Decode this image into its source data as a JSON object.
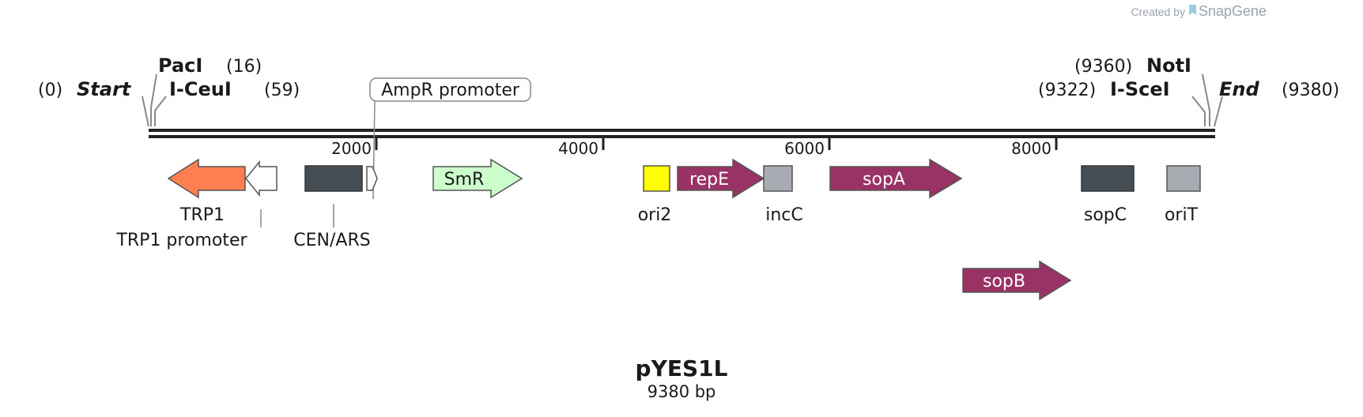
{
  "credit": {
    "created_by": "Created by",
    "brand": "SnapGene"
  },
  "plasmid": {
    "name": "pYES1L",
    "size_label": "9380 bp",
    "length": 9380
  },
  "ticks": [
    "2000",
    "4000",
    "6000",
    "8000"
  ],
  "sites": {
    "start": {
      "name": "Start",
      "pos": "(0)"
    },
    "paci": {
      "name": "PacI",
      "pos": "(16)"
    },
    "iceui": {
      "name": "I-CeuI",
      "pos": "(59)"
    },
    "noti": {
      "name": "NotI",
      "pos": "(9360)"
    },
    "iscei": {
      "name": "I-SceI",
      "pos": "(9322)"
    },
    "end": {
      "name": "End",
      "pos": "(9380)"
    }
  },
  "features": {
    "trp1": "TRP1",
    "trp1_promoter": "TRP1 promoter",
    "cen_ars": "CEN/ARS",
    "ampr_promoter": "AmpR promoter",
    "smr": "SmR",
    "ori2": "ori2",
    "repe": "repE",
    "incc": "incC",
    "sopa": "sopA",
    "sopb": "sopB",
    "sopc": "sopC",
    "orit": "oriT"
  },
  "colors": {
    "trp1": "#ff7f50",
    "cen_ars": "#454d55",
    "smr": "#ccffcc",
    "ori2": "#ffff00",
    "repe": "#993366",
    "incc": "#a8acb2",
    "sopa": "#993366",
    "sopb": "#993366",
    "sopc": "#454d55",
    "orit": "#a8acb2"
  }
}
